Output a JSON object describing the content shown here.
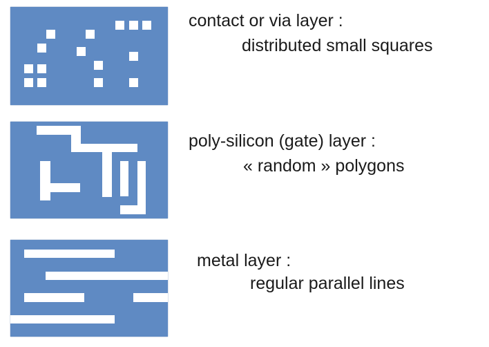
{
  "layers": [
    {
      "name": "contact or via layer :",
      "description": "distributed small squares"
    },
    {
      "name": "poly-silicon (gate) layer :",
      "description": "« random » polygons"
    },
    {
      "name": "metal layer :",
      "description": "regular parallel lines"
    }
  ],
  "colors": {
    "panel": "#5f8ac3",
    "shape": "#ffffff"
  }
}
